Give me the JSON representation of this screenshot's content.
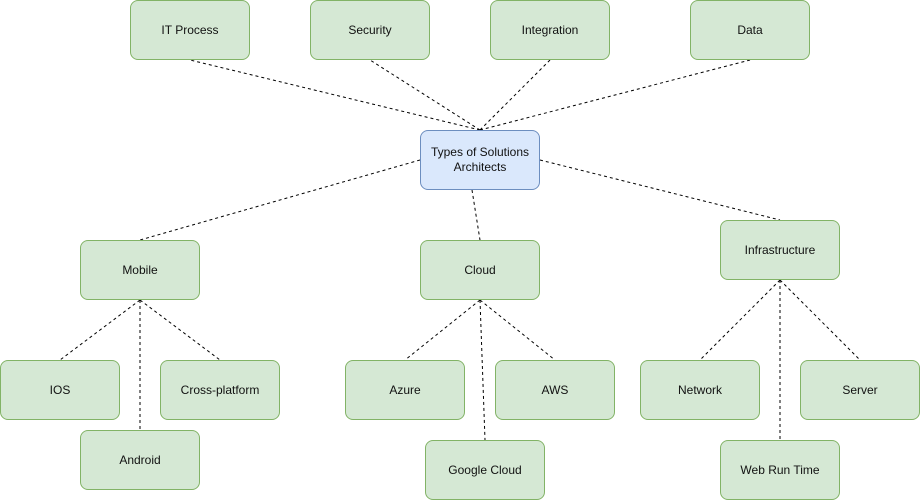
{
  "diagram": {
    "root": {
      "label": "Types of Solutions Architects"
    },
    "top": [
      "IT Process",
      "Security",
      "Integration",
      "Data"
    ],
    "mobile": {
      "label": "Mobile",
      "children": [
        "IOS",
        "Cross-platform",
        "Android"
      ]
    },
    "cloud": {
      "label": "Cloud",
      "children": [
        "Azure",
        "AWS",
        "Google Cloud"
      ]
    },
    "infrastructure": {
      "label": "Infrastructure",
      "children": [
        "Network",
        "Server",
        "Web Run Time"
      ]
    }
  },
  "colors": {
    "root_fill": "#dae8fc",
    "root_stroke": "#6c8ebf",
    "node_fill": "#d5e8d4",
    "node_stroke": "#82b366",
    "edge": "#000000"
  }
}
